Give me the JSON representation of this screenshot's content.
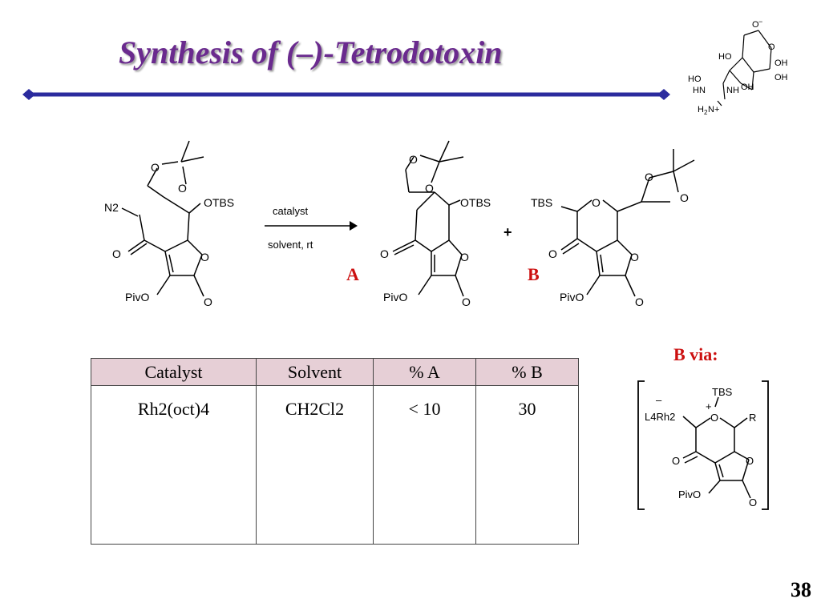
{
  "slide": {
    "title": "Synthesis of (–)-Tetrodotoxin",
    "page_number": "38"
  },
  "reaction": {
    "arrow_top_label": "catalyst",
    "arrow_bottom_label": "solvent, rt",
    "plus": "+",
    "product_a_label": "A",
    "product_b_label": "B",
    "atoms": {
      "n2": "N2",
      "otbs": "OTBS",
      "tbs": "TBS",
      "pivo": "PivO",
      "o": "O"
    }
  },
  "table": {
    "headers": [
      "Catalyst",
      "Solvent",
      "% A",
      "% B"
    ],
    "row": {
      "catalyst": "Rh2(oct)4",
      "solvent": "CH2Cl2",
      "pct_a": "< 10",
      "pct_b": "30"
    }
  },
  "via": {
    "label": "B via:",
    "minus": "–",
    "plus": "+",
    "tbs": "TBS",
    "l4rh2": "L4Rh2",
    "r": "R",
    "pivo": "PivO"
  },
  "colors": {
    "title": "#6a2a8e",
    "rule": "#2b2b9e",
    "label_red": "#cc1010",
    "table_header_bg": "#e6cfd6"
  }
}
